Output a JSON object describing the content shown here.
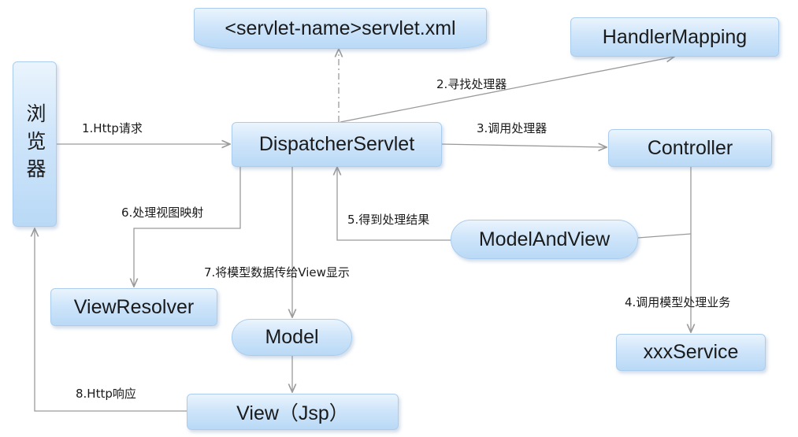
{
  "nodes": {
    "browser": "浏览器",
    "servlet_xml": "<servlet-name>servlet.xml",
    "handler_mapping": "HandlerMapping",
    "dispatcher": "DispatcherServlet",
    "controller": "Controller",
    "model_and_view": "ModelAndView",
    "view_resolver": "ViewResolver",
    "model": "Model",
    "xxx_service": "xxxService",
    "view": "View（Jsp）"
  },
  "edges": {
    "step1": "1.Http请求",
    "step2": "2.寻找处理器",
    "step3": "3.调用处理器",
    "step4": "4.调用模型处理业务",
    "step5": "5.得到处理结果",
    "step6": "6.处理视图映射",
    "step7": "7.将模型数据传给View显示",
    "step8": "8.Http响应"
  },
  "colors": {
    "line": "#9a9a9a",
    "node_top": "#eaf4fd",
    "node_bottom": "#b9d9f6",
    "node_border": "#aacdef"
  }
}
